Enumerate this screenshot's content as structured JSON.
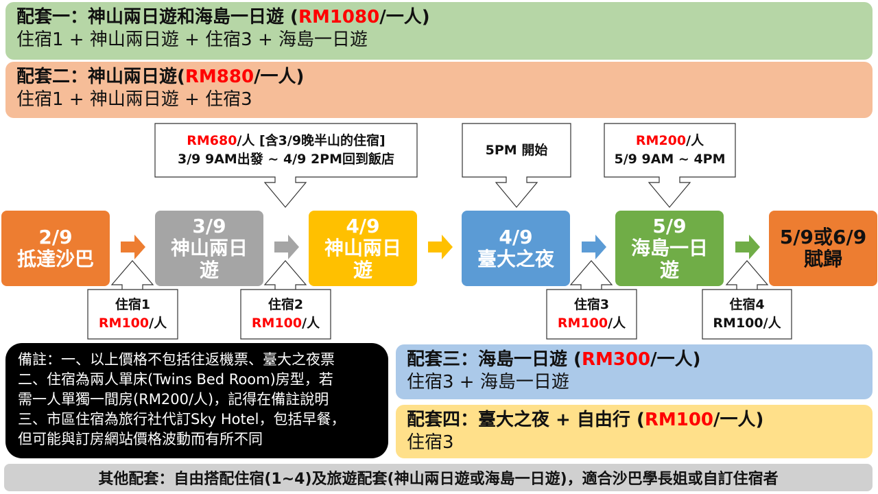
{
  "packages": [
    {
      "title_a": "配套一：神山兩日遊和海島一日遊 (",
      "price": "RM1080",
      "title_b": "/一人)",
      "detail": "住宿1 + 神山兩日遊 + 住宿3 + 海島一日遊",
      "color": "#b6d6a6"
    },
    {
      "title_a": "配套二：神山兩日遊(",
      "price": "RM880",
      "title_b": "/一人)",
      "detail": "住宿1 + 神山兩日遊 + 住宿3",
      "color": "#f6bd98"
    },
    {
      "title_a": "配套三：海島一日遊 (",
      "price": "RM300",
      "title_b": "/一人)",
      "detail": "住宿3 + 海島一日遊",
      "color": "#abc9e9"
    },
    {
      "title_a": "配套四：臺大之夜 + 自由行 (",
      "price": "RM100",
      "title_b": "/一人)",
      "detail": "住宿3",
      "color": "#ffe08a"
    }
  ],
  "timeline": [
    {
      "date": "2/9",
      "label": "抵達沙巴",
      "color": "#ed7d31"
    },
    {
      "date": "3/9",
      "label": "神山兩日遊",
      "color": "#a5a5a5"
    },
    {
      "date": "4/9",
      "label": "神山兩日遊",
      "color": "#ffc000"
    },
    {
      "date": "4/9",
      "label": "臺大之夜",
      "color": "#5b9bd5"
    },
    {
      "date": "5/9",
      "label": "海島一日遊",
      "color": "#70ad47"
    },
    {
      "date": "5/9或6/9",
      "label": "賦歸",
      "color": "#ed7d31"
    }
  ],
  "top_callouts": [
    {
      "price": "RM680",
      "line1_rest": "/人 [含3/9晚半山的住宿]",
      "line2": "3/9 9AM出發 ~ 4/9 2PM回到飯店"
    },
    {
      "price": "",
      "line1_rest": "",
      "line2": "5PM 開始"
    },
    {
      "price": "RM200",
      "line1_rest": "/人",
      "line2": "5/9 9AM ~ 4PM"
    }
  ],
  "stays": [
    {
      "name": "住宿1",
      "price": "RM100",
      "unit": "/人"
    },
    {
      "name": "住宿2",
      "price": "RM100",
      "unit": "/人"
    },
    {
      "name": "住宿3",
      "price": "RM100",
      "unit": "/人"
    },
    {
      "name": "住宿4",
      "price": "RM100",
      "unit": "/人"
    }
  ],
  "notes": [
    "備註：一、以上價格不包括往返機票、臺大之夜票",
    "二、住宿為兩人單床(Twins Bed Room)房型，若",
    "需一人單獨一間房(RM200/人)，記得在備註說明",
    "三、市區住宿為旅行社代訂Sky Hotel，包括早餐，",
    "但可能與訂房網站價格波動而有所不同"
  ],
  "other": "其他配套：自由搭配住宿(1~4)及旅遊配套(神山兩日遊或海島一日遊)，適合沙巴學長姐或自訂住宿者"
}
